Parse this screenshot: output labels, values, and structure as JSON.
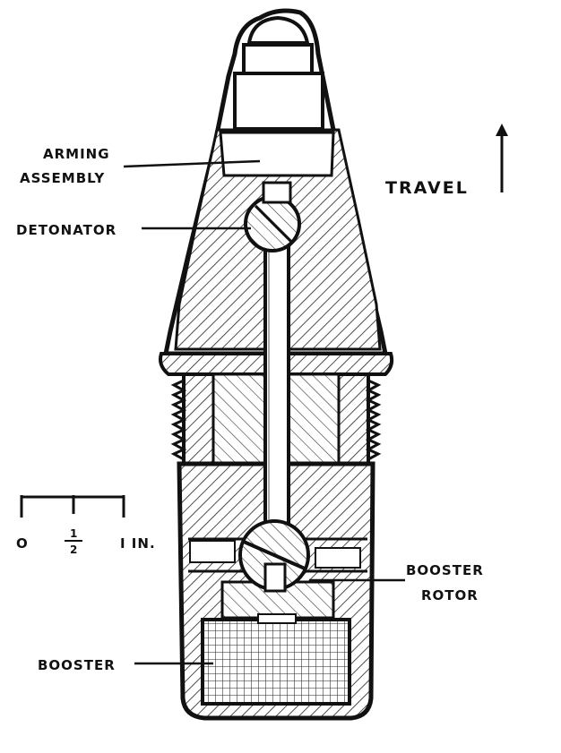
{
  "labels": {
    "arming_line1": "ARMING",
    "arming_line2": "ASSEMBLY",
    "detonator": "DETONATOR",
    "travel": "TRAVEL",
    "booster_rotor_line1": "BOOSTER",
    "booster_rotor_line2": "ROTOR",
    "booster": "BOOSTER"
  },
  "scale": {
    "zero": "O",
    "half_num": "1",
    "half_den": "2",
    "one": "I IN."
  },
  "colors": {
    "ink": "#111111",
    "paper": "#ffffff"
  }
}
